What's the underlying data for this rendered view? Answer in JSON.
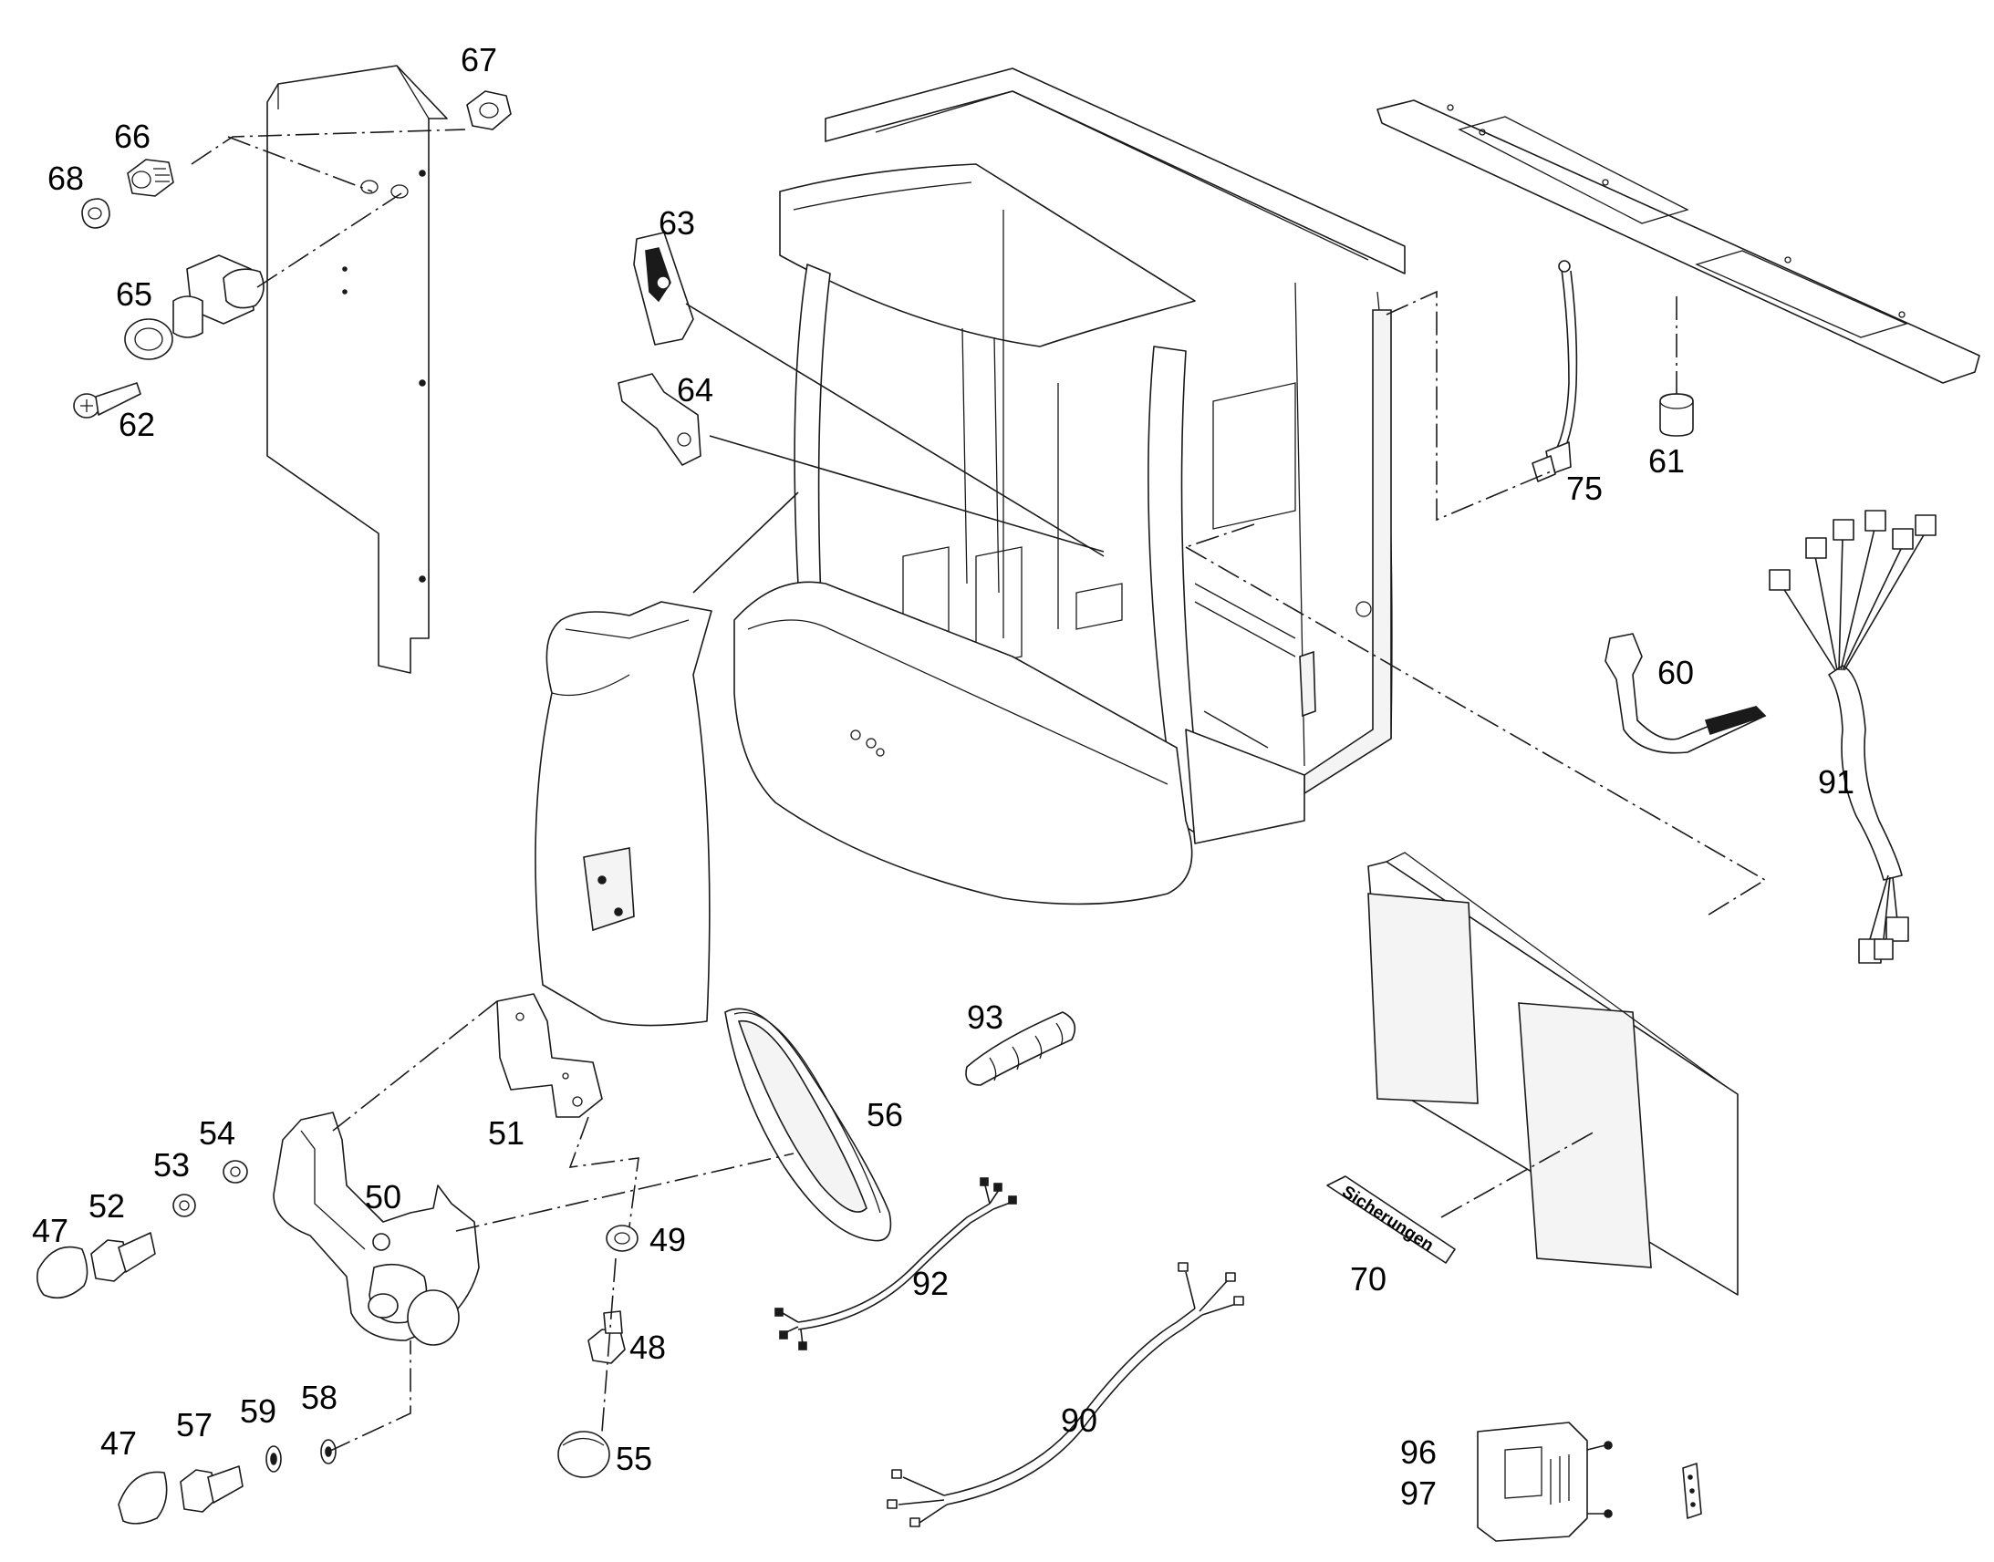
{
  "diagram": {
    "sticker_text": "Sicherungen",
    "callouts": [
      {
        "id": "c47a",
        "text": "47"
      },
      {
        "id": "c47b",
        "text": "47"
      },
      {
        "id": "c48",
        "text": "48"
      },
      {
        "id": "c49",
        "text": "49"
      },
      {
        "id": "c50",
        "text": "50"
      },
      {
        "id": "c51",
        "text": "51"
      },
      {
        "id": "c52",
        "text": "52"
      },
      {
        "id": "c53",
        "text": "53"
      },
      {
        "id": "c54",
        "text": "54"
      },
      {
        "id": "c55",
        "text": "55"
      },
      {
        "id": "c56",
        "text": "56"
      },
      {
        "id": "c57",
        "text": "57"
      },
      {
        "id": "c58",
        "text": "58"
      },
      {
        "id": "c59",
        "text": "59"
      },
      {
        "id": "c60",
        "text": "60"
      },
      {
        "id": "c61",
        "text": "61"
      },
      {
        "id": "c62",
        "text": "62"
      },
      {
        "id": "c63",
        "text": "63"
      },
      {
        "id": "c64",
        "text": "64"
      },
      {
        "id": "c65",
        "text": "65"
      },
      {
        "id": "c66",
        "text": "66"
      },
      {
        "id": "c67",
        "text": "67"
      },
      {
        "id": "c68",
        "text": "68"
      },
      {
        "id": "c70",
        "text": "70"
      },
      {
        "id": "c75",
        "text": "75"
      },
      {
        "id": "c90",
        "text": "90"
      },
      {
        "id": "c91",
        "text": "91"
      },
      {
        "id": "c92",
        "text": "92"
      },
      {
        "id": "c93",
        "text": "93"
      },
      {
        "id": "c96",
        "text": "96"
      },
      {
        "id": "c97",
        "text": "97"
      }
    ]
  }
}
